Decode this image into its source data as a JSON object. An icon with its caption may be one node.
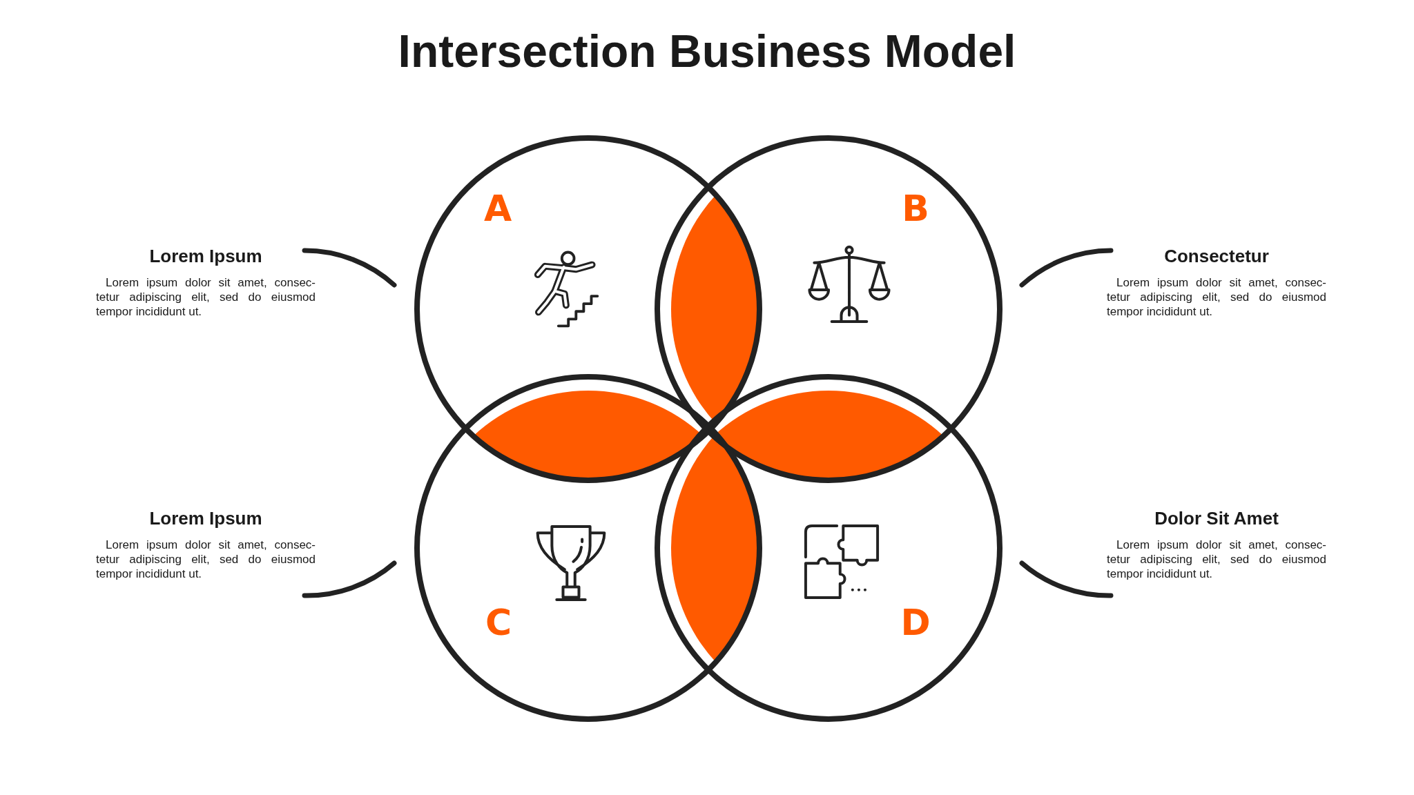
{
  "diagram": {
    "title": "Intersection Business Model",
    "nodes": [
      {
        "text": [
          "A"
        ],
        "beside": [
          "Lorem Ipsum",
          "Lorem ipsum dolor sit amet, consec- tetur adipiscing elit, sed do eiusmod tempor incididunt ut."
        ]
      },
      {
        "text": [
          "B"
        ],
        "beside": [
          "Consectetur",
          "Lorem ipsum dolor sit amet, consec- tetur adipiscing elit, sed do eiusmod tempor incididunt ut."
        ]
      },
      {
        "text": [
          "C"
        ],
        "beside": [
          "Lorem Ipsum",
          "Lorem ipsum dolor sit amet, consec- tetur adipiscing elit, sed do eiusmod tempor incididunt ut."
        ]
      },
      {
        "text": [
          "D"
        ],
        "beside": [
          "Dolor Sit Amet",
          "Lorem ipsum dolor sit amet, consec- tetur adipiscing elit, sed do eiusmod tempor incididunt ut."
        ]
      }
    ]
  }
}
